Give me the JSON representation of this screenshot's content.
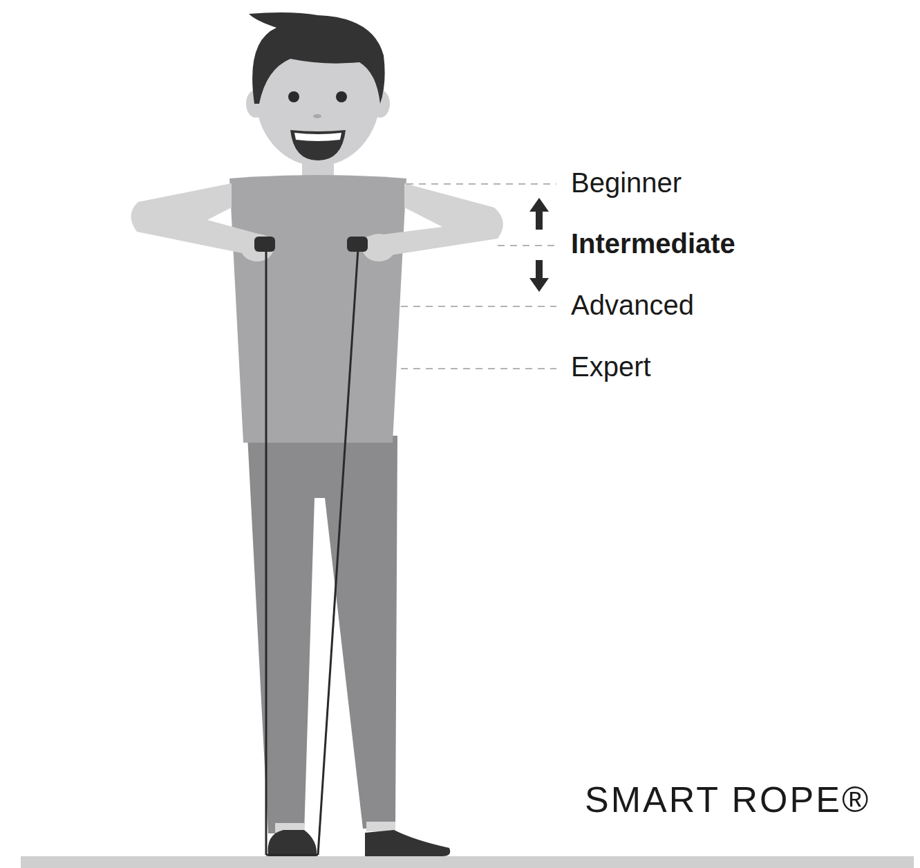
{
  "diagram": {
    "labels": [
      "Beginner",
      "Intermediate",
      "Advanced",
      "Expert",
      "SMART ROPE®"
    ]
  }
}
